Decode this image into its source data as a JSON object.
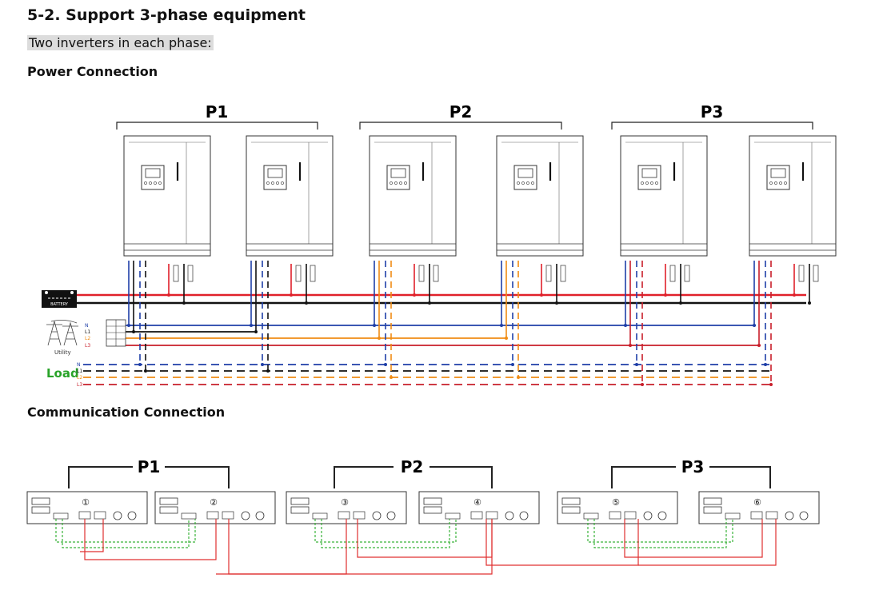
{
  "section": {
    "heading": "5-2. Support 3-phase equipment",
    "intro": "Two inverters in each phase:",
    "power_title": "Power Connection",
    "comm_title": "Communication Connection"
  },
  "groups": [
    "P1",
    "P2",
    "P3"
  ],
  "power": {
    "battery_label": "BATTERY",
    "utility_label": "Utility",
    "load_label": "Load",
    "ac_lines": [
      "N",
      "L1",
      "L2",
      "L3"
    ]
  },
  "comm": {
    "unit_numbers": [
      "①",
      "②",
      "③",
      "④",
      "⑤",
      "⑥"
    ]
  },
  "colors": {
    "battery_pos": "#e0202a",
    "battery_neg": "#111111",
    "neutral": "#1f3fa8",
    "l1": "#111111",
    "l2": "#f08c14",
    "l3": "#c81e2a",
    "load_label": "#29a329",
    "comm_green": "#3cb43c",
    "comm_red": "#e03030"
  }
}
